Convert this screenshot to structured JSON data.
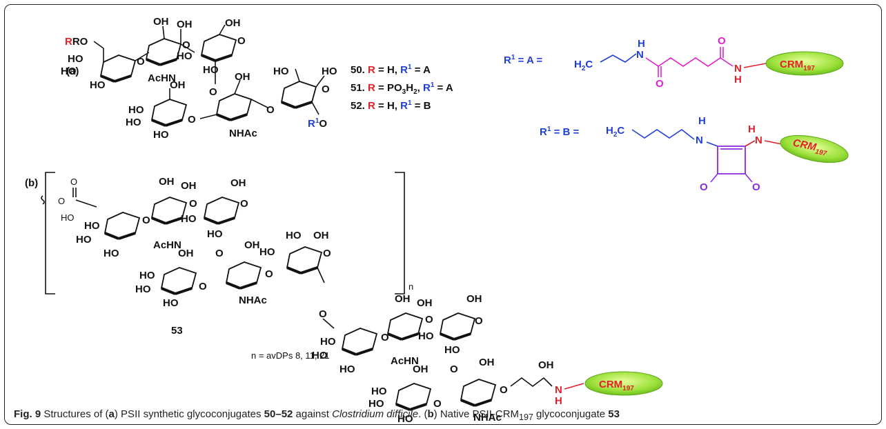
{
  "figure": {
    "panel_a": "(a)",
    "panel_b": "(b)",
    "rgroups": {
      "r_label": "R",
      "r1_label": "R",
      "r1_sup": "1",
      "o_after_r1": "O"
    },
    "compounds": [
      {
        "id": "50.",
        "r": "R",
        "eq1": " = H, ",
        "r1": "R",
        "sup": "1",
        "eq2": " = A"
      },
      {
        "id": "51.",
        "r": "R",
        "eq1": " = PO",
        "sub1": "3",
        "eq1b": "H",
        "sub2": "2",
        "eq1c": ", ",
        "r1": "R",
        "sup": "1",
        "eq2": " = A"
      },
      {
        "id": "52.",
        "r": "R",
        "eq1": " = H, ",
        "r1": "R",
        "sup": "1",
        "eq2": " = B"
      }
    ],
    "linker_a": {
      "lhs": "R",
      "sup": "1",
      "rhs": " = A =",
      "h2c": "H",
      "h2c_sub": "2",
      "h2c_c": "C",
      "nh1": "H",
      "n1": "N",
      "o1": "O",
      "o2": "O",
      "n2": "N",
      "nh2": "H",
      "protein": "CRM",
      "protein_sub": "197"
    },
    "linker_b": {
      "lhs": "R",
      "sup": "1",
      "rhs": " = B =",
      "h2c": "H",
      "h2c_sub": "2",
      "h2c_c": "C",
      "nh1": "N",
      "nh1h": "H",
      "nh2": "N",
      "nh2h": "H",
      "o1": "O",
      "o2": "O",
      "protein": "CRM",
      "protein_sub": "197"
    },
    "labels_top": [
      "RO",
      "HO",
      "HO",
      "HO",
      "AcHN",
      "OH",
      "OH",
      "O",
      "O",
      "OH",
      "HO",
      "HO",
      "O",
      "OH",
      "HO",
      "OH",
      "HO",
      "HO",
      "HO",
      "HO",
      "O",
      "NHAc",
      "O"
    ],
    "carbonate": {
      "o1": "O",
      "o2": "O",
      "ho": "HO"
    },
    "repeat_n": "n",
    "compound_53": "53",
    "dp_text": "n = avDPs 8, 11, 21",
    "terminal": {
      "oh": "OH",
      "nh": "N",
      "nh_h": "H",
      "protein": "CRM",
      "protein_sub": "197"
    }
  },
  "caption": {
    "fig": "Fig. 9",
    "t1": " Structures of (",
    "a": "a",
    "t2": ") PSII synthetic glycoconjugates ",
    "range": "50–52",
    "t3": " against ",
    "species": "Clostridium difficile",
    "t4": ". (",
    "b": "b",
    "t5": ") Native PSII-CRM",
    "sub": "197",
    "t6": " glycoconjugate ",
    "num": "53"
  }
}
